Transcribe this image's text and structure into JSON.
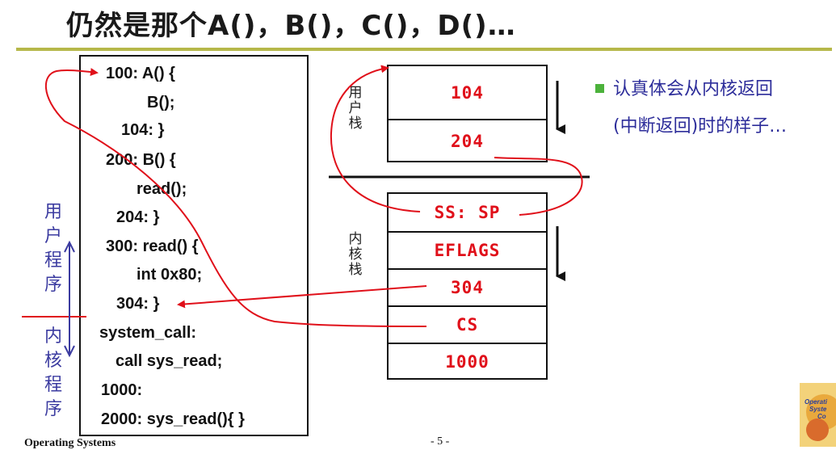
{
  "title": "仍然是那个A()，B()，C()，D()…",
  "code_lines": [
    "100: A() {",
    "B();",
    "104: }",
    "200: B() {",
    "read();",
    "204: }",
    "300: read() {",
    "int 0x80;",
    "304: }",
    "system_call:",
    "call sys_read;",
    "1000:",
    "2000: sys_read(){    }"
  ],
  "user_stack": {
    "label": "用户栈",
    "cells": [
      "104",
      "204"
    ]
  },
  "kernel_stack": {
    "label": "内核栈",
    "cells": [
      "SS: SP",
      "EFLAGS",
      "304",
      "CS",
      "1000"
    ]
  },
  "side_labels": {
    "user_program": "用户程序",
    "kernel_program": "内核程序"
  },
  "note": {
    "line1": "认真体会从内核返回",
    "line2": "(中断返回)时的样子…"
  },
  "footer": {
    "course": "Operating Systems",
    "page": "- 5 -"
  },
  "logo_text": "Operating Systems",
  "colors": {
    "arrow": "#e0101a",
    "title_rule": "#b6b84a",
    "side_arrow": "#3b3ba0",
    "note_text": "#2d2d9a",
    "bullet": "#4cb23b"
  }
}
